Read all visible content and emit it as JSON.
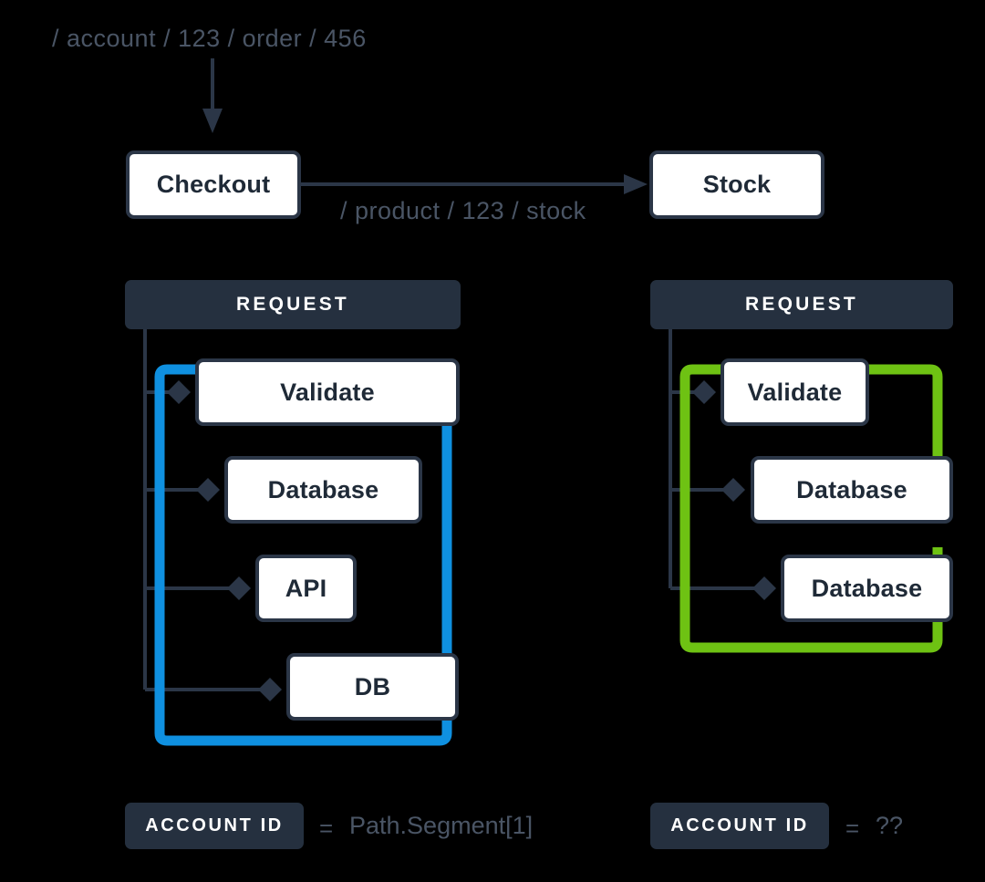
{
  "diagram": {
    "title_path": "/ account / 123 / order / 456",
    "edge_label": "/ product / 123 / stock",
    "colors": {
      "ink": "#25303f",
      "box_border": "#2b3647",
      "muted_text": "#4a5565",
      "highlight_blue": "#0f90e0",
      "highlight_green": "#6ec213",
      "background": "#000000",
      "box_fill": "#ffffff"
    },
    "services": [
      {
        "name": "checkout",
        "label": "Checkout"
      },
      {
        "name": "stock",
        "label": "Stock"
      }
    ],
    "panels": [
      {
        "name": "left-request-panel",
        "header": "REQUEST",
        "highlight": "#0f90e0",
        "steps": [
          {
            "label": "Validate"
          },
          {
            "label": "Database"
          },
          {
            "label": "API"
          },
          {
            "label": "DB"
          }
        ],
        "footer": {
          "chip": "ACCOUNT ID",
          "equals": "=",
          "value": "Path.Segment[1]"
        }
      },
      {
        "name": "right-request-panel",
        "header": "REQUEST",
        "highlight": "#6ec213",
        "steps": [
          {
            "label": "Validate"
          },
          {
            "label": "Database"
          },
          {
            "label": "Database"
          }
        ],
        "footer": {
          "chip": "ACCOUNT ID",
          "equals": "=",
          "value": "??"
        }
      }
    ]
  }
}
